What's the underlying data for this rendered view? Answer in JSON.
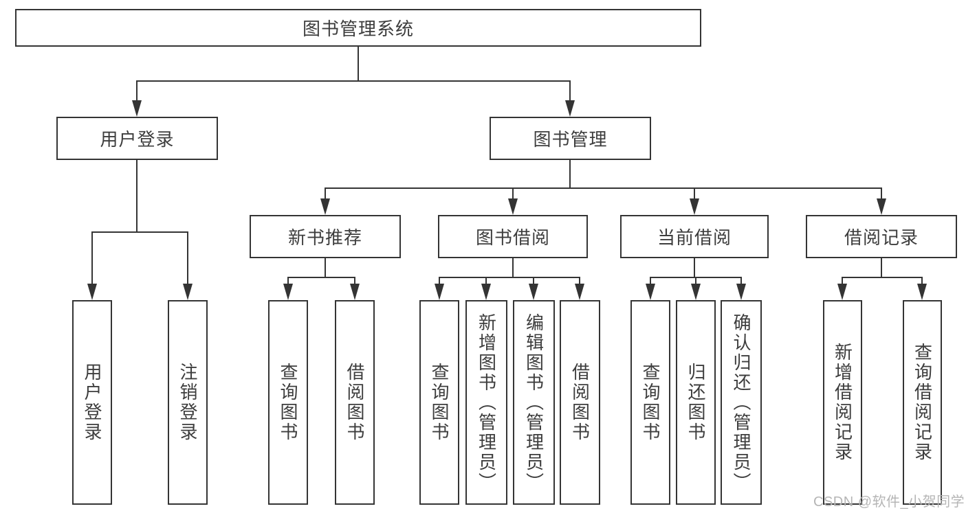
{
  "tree": {
    "root": "图书管理系统",
    "branches": [
      {
        "label": "用户登录",
        "children": [
          "用户登录",
          "注销登录"
        ]
      },
      {
        "label": "图书管理",
        "groups": [
          {
            "label": "新书推荐",
            "children": [
              "查询图书",
              "借阅图书"
            ]
          },
          {
            "label": "图书借阅",
            "children": [
              "查询图书",
              "新增图书（管理员）",
              "编辑图书（管理员）",
              "借阅图书"
            ]
          },
          {
            "label": "当前借阅",
            "children": [
              "查询图书",
              "归还图书",
              "确认归还（管理员）"
            ]
          },
          {
            "label": "借阅记录",
            "children": [
              "新增借阅记录",
              "查询借阅记录"
            ]
          }
        ]
      }
    ]
  },
  "watermark": {
    "text": "CSDN @软件_小贺同学"
  },
  "colors": {
    "line": "#343434",
    "text": "#3d3d3d",
    "watermark": "#b5b5b5",
    "background": "#ffffff"
  }
}
